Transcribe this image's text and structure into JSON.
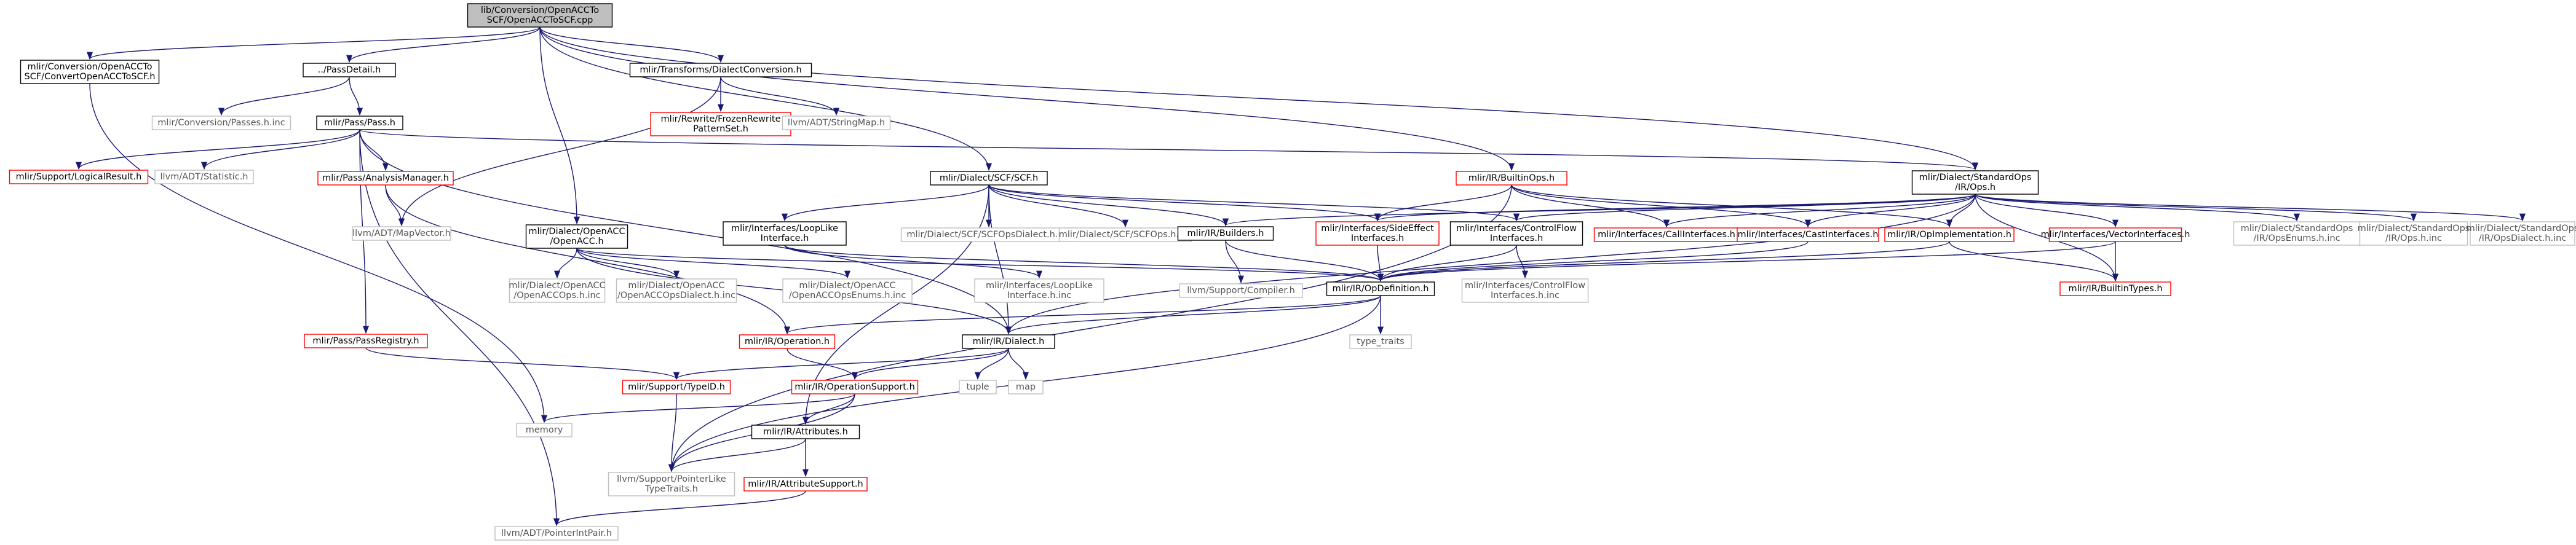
{
  "graph": {
    "title": "lib/Conversion/OpenACCToSCF/OpenACCToSCF.cpp include dependency graph",
    "colors": {
      "edge": "#191970",
      "root_fill": "#bfbfbf",
      "root_stroke": "#000000",
      "doc_stroke": "#000000",
      "doc_text": "#000000",
      "red_stroke": "#ff0000",
      "red_text": "#b01010",
      "gray_stroke": "#bfbfbf",
      "gray_text": "#555555"
    },
    "nodes": [
      {
        "id": "root",
        "kind": "root",
        "lines": [
          "lib/Conversion/OpenACCTo",
          "SCF/OpenACCToSCF.cpp"
        ]
      },
      {
        "id": "convhdr",
        "kind": "doc",
        "lines": [
          "mlir/Conversion/OpenACCTo",
          "SCF/ConvertOpenACCToSCF.h"
        ]
      },
      {
        "id": "passdetail",
        "kind": "doc",
        "lines": [
          "../PassDetail.h"
        ]
      },
      {
        "id": "dialconv",
        "kind": "doc",
        "lines": [
          "mlir/Transforms/DialectConversion.h"
        ]
      },
      {
        "id": "passesinc",
        "kind": "gray",
        "lines": [
          "mlir/Conversion/Passes.h.inc"
        ]
      },
      {
        "id": "pass",
        "kind": "doc",
        "lines": [
          "mlir/Pass/Pass.h"
        ]
      },
      {
        "id": "frozen",
        "kind": "red",
        "lines": [
          "mlir/Rewrite/FrozenRewrite",
          "PatternSet.h"
        ]
      },
      {
        "id": "stringmap",
        "kind": "gray",
        "lines": [
          "llvm/ADT/StringMap.h"
        ]
      },
      {
        "id": "logical",
        "kind": "red",
        "lines": [
          "mlir/Support/LogicalResult.h"
        ]
      },
      {
        "id": "statistic",
        "kind": "gray",
        "lines": [
          "llvm/ADT/Statistic.h"
        ]
      },
      {
        "id": "analysis",
        "kind": "red",
        "lines": [
          "mlir/Pass/AnalysisManager.h"
        ]
      },
      {
        "id": "scf",
        "kind": "doc",
        "lines": [
          "mlir/Dialect/SCF/SCF.h"
        ]
      },
      {
        "id": "builtinops",
        "kind": "red",
        "lines": [
          "mlir/IR/BuiltinOps.h"
        ]
      },
      {
        "id": "stdops",
        "kind": "doc",
        "lines": [
          "mlir/Dialect/StandardOps",
          "/IR/Ops.h"
        ]
      },
      {
        "id": "mapvector",
        "kind": "gray",
        "lines": [
          "llvm/ADT/MapVector.h"
        ]
      },
      {
        "id": "openacc",
        "kind": "doc",
        "lines": [
          "mlir/Dialect/OpenACC",
          "/OpenACC.h"
        ]
      },
      {
        "id": "looplike",
        "kind": "doc",
        "lines": [
          "mlir/Interfaces/LoopLike",
          "Interface.h"
        ]
      },
      {
        "id": "scfopsdialect",
        "kind": "gray",
        "lines": [
          "mlir/Dialect/SCF/SCFOpsDialect.h.inc"
        ]
      },
      {
        "id": "scfopsinc",
        "kind": "gray",
        "lines": [
          "mlir/Dialect/SCF/SCFOps.h.inc"
        ]
      },
      {
        "id": "builders",
        "kind": "doc",
        "lines": [
          "mlir/IR/Builders.h"
        ]
      },
      {
        "id": "sideeffect",
        "kind": "red",
        "lines": [
          "mlir/Interfaces/SideEffect",
          "Interfaces.h"
        ]
      },
      {
        "id": "cflow",
        "kind": "doc",
        "lines": [
          "mlir/Interfaces/ControlFlow",
          "Interfaces.h"
        ]
      },
      {
        "id": "callif",
        "kind": "red",
        "lines": [
          "mlir/Interfaces/CallInterfaces.h"
        ]
      },
      {
        "id": "castif",
        "kind": "red",
        "lines": [
          "mlir/Interfaces/CastInterfaces.h"
        ]
      },
      {
        "id": "opimpl",
        "kind": "red",
        "lines": [
          "mlir/IR/OpImplementation.h"
        ]
      },
      {
        "id": "vectorif",
        "kind": "red",
        "lines": [
          "mlir/Interfaces/VectorInterfaces.h"
        ]
      },
      {
        "id": "opsenums",
        "kind": "gray",
        "lines": [
          "mlir/Dialect/StandardOps",
          "/IR/OpsEnums.h.inc"
        ]
      },
      {
        "id": "opsinc",
        "kind": "gray",
        "lines": [
          "mlir/Dialect/StandardOps",
          "/IR/Ops.h.inc"
        ]
      },
      {
        "id": "opsdialectinc",
        "kind": "gray",
        "lines": [
          "mlir/Dialect/StandardOps",
          "/IR/OpsDialect.h.inc"
        ]
      },
      {
        "id": "accopsinc",
        "kind": "gray",
        "lines": [
          "mlir/Dialect/OpenACC",
          "/OpenACCOps.h.inc"
        ]
      },
      {
        "id": "accdialectinc",
        "kind": "gray",
        "lines": [
          "mlir/Dialect/OpenACC",
          "/OpenACCOpsDialect.h.inc"
        ]
      },
      {
        "id": "accenumsinc",
        "kind": "gray",
        "lines": [
          "mlir/Dialect/OpenACC",
          "/OpenACCOpsEnums.h.inc"
        ]
      },
      {
        "id": "looplikeinc",
        "kind": "gray",
        "lines": [
          "mlir/Interfaces/LoopLike",
          "Interface.h.inc"
        ]
      },
      {
        "id": "compiler",
        "kind": "gray",
        "lines": [
          "llvm/Support/Compiler.h"
        ]
      },
      {
        "id": "opdef",
        "kind": "doc",
        "lines": [
          "mlir/IR/OpDefinition.h"
        ]
      },
      {
        "id": "cflowinc",
        "kind": "gray",
        "lines": [
          "mlir/Interfaces/ControlFlow",
          "Interfaces.h.inc"
        ]
      },
      {
        "id": "builtintypes",
        "kind": "red",
        "lines": [
          "mlir/IR/BuiltinTypes.h"
        ]
      },
      {
        "id": "registry",
        "kind": "red",
        "lines": [
          "mlir/Pass/PassRegistry.h"
        ]
      },
      {
        "id": "operation",
        "kind": "red",
        "lines": [
          "mlir/IR/Operation.h"
        ]
      },
      {
        "id": "dialect",
        "kind": "doc",
        "lines": [
          "mlir/IR/Dialect.h"
        ]
      },
      {
        "id": "typetraits",
        "kind": "gray",
        "lines": [
          "type_traits"
        ]
      },
      {
        "id": "typeid",
        "kind": "red",
        "lines": [
          "mlir/Support/TypeID.h"
        ]
      },
      {
        "id": "opsupport",
        "kind": "red",
        "lines": [
          "mlir/IR/OperationSupport.h"
        ]
      },
      {
        "id": "tuple",
        "kind": "gray",
        "lines": [
          "tuple"
        ]
      },
      {
        "id": "map",
        "kind": "gray",
        "lines": [
          "map"
        ]
      },
      {
        "id": "memory",
        "kind": "gray",
        "lines": [
          "memory"
        ]
      },
      {
        "id": "attributes",
        "kind": "doc",
        "lines": [
          "mlir/IR/Attributes.h"
        ]
      },
      {
        "id": "ptrlike",
        "kind": "gray",
        "lines": [
          "llvm/Support/PointerLike",
          "TypeTraits.h"
        ]
      },
      {
        "id": "attrsupport",
        "kind": "red",
        "lines": [
          "mlir/IR/AttributeSupport.h"
        ]
      },
      {
        "id": "ptrintpair",
        "kind": "gray",
        "lines": [
          "llvm/ADT/PointerIntPair.h"
        ]
      }
    ]
  }
}
